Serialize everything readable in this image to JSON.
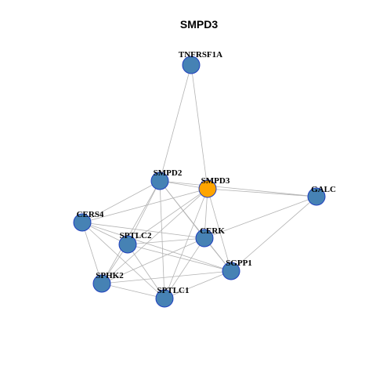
{
  "title": "SMPD3",
  "colors": {
    "node_default": "#4682b4",
    "node_focus": "#ffa500",
    "node_border": "#1f3fbf",
    "edge": "#b3b3b3",
    "background": "#ffffff"
  },
  "nodes": [
    {
      "id": "TNFRSF1A",
      "label": "TNFRSF1A",
      "focus": false
    },
    {
      "id": "SMPD2",
      "label": "SMPD2",
      "focus": false
    },
    {
      "id": "SMPD3",
      "label": "SMPD3",
      "focus": true
    },
    {
      "id": "GALC",
      "label": "GALC",
      "focus": false
    },
    {
      "id": "CERS4",
      "label": "CERS4",
      "focus": false
    },
    {
      "id": "SPTLC2",
      "label": "SPTLC2",
      "focus": false
    },
    {
      "id": "CERK",
      "label": "CERK",
      "focus": false
    },
    {
      "id": "SGPP1",
      "label": "SGPP1",
      "focus": false
    },
    {
      "id": "SPHK2",
      "label": "SPHK2",
      "focus": false
    },
    {
      "id": "SPTLC1",
      "label": "SPTLC1",
      "focus": false
    }
  ],
  "edges": [
    [
      "TNFRSF1A",
      "SMPD2"
    ],
    [
      "TNFRSF1A",
      "SMPD3"
    ],
    [
      "SMPD2",
      "SMPD3"
    ],
    [
      "SMPD2",
      "GALC"
    ],
    [
      "SMPD2",
      "CERS4"
    ],
    [
      "SMPD2",
      "SPTLC2"
    ],
    [
      "SMPD2",
      "CERK"
    ],
    [
      "SMPD2",
      "SGPP1"
    ],
    [
      "SMPD2",
      "SPHK2"
    ],
    [
      "SMPD2",
      "SPTLC1"
    ],
    [
      "SMPD3",
      "GALC"
    ],
    [
      "SMPD3",
      "CERS4"
    ],
    [
      "SMPD3",
      "SPTLC2"
    ],
    [
      "SMPD3",
      "CERK"
    ],
    [
      "SMPD3",
      "SGPP1"
    ],
    [
      "SMPD3",
      "SPHK2"
    ],
    [
      "SMPD3",
      "SPTLC1"
    ],
    [
      "GALC",
      "CERK"
    ],
    [
      "GALC",
      "SGPP1"
    ],
    [
      "CERS4",
      "SPTLC2"
    ],
    [
      "CERS4",
      "CERK"
    ],
    [
      "CERS4",
      "SGPP1"
    ],
    [
      "CERS4",
      "SPHK2"
    ],
    [
      "CERS4",
      "SPTLC1"
    ],
    [
      "SPTLC2",
      "CERK"
    ],
    [
      "SPTLC2",
      "SGPP1"
    ],
    [
      "SPTLC2",
      "SPHK2"
    ],
    [
      "SPTLC2",
      "SPTLC1"
    ],
    [
      "CERK",
      "SGPP1"
    ],
    [
      "CERK",
      "SPHK2"
    ],
    [
      "CERK",
      "SPTLC1"
    ],
    [
      "SGPP1",
      "SPHK2"
    ],
    [
      "SGPP1",
      "SPTLC1"
    ],
    [
      "SPHK2",
      "SPTLC1"
    ]
  ]
}
